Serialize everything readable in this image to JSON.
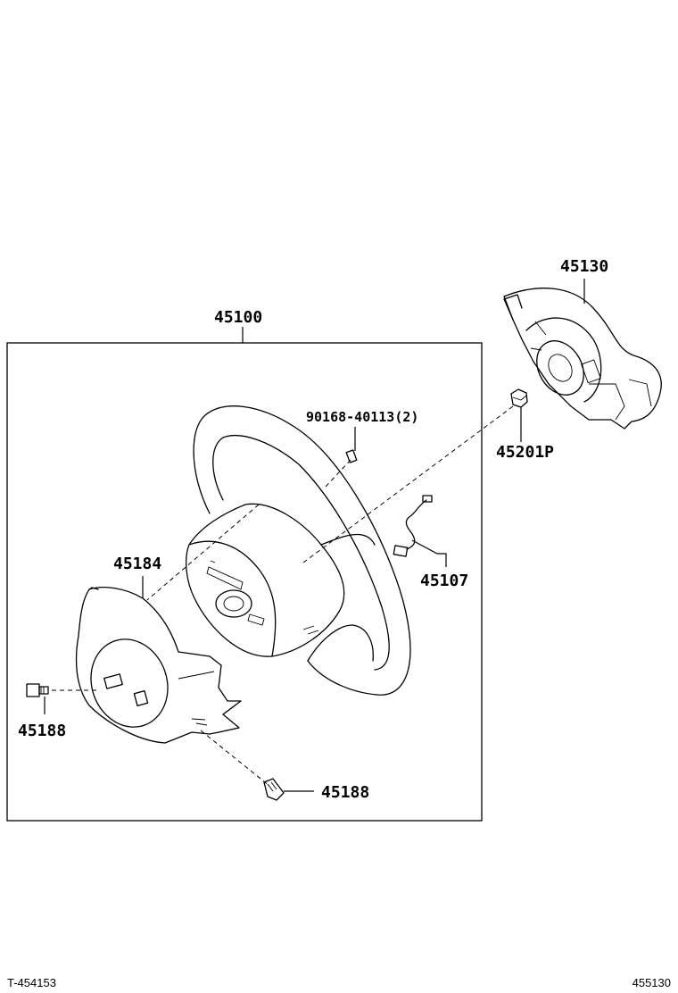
{
  "callouts": {
    "wheel_assembly": "45100",
    "airbag_pad": "45130",
    "nut": "45201P",
    "screw": "90168-40113(2)",
    "lower_cover": "45184",
    "wire": "45107",
    "cover_screw_left": "45188",
    "cover_screw_bottom": "45188"
  },
  "footer": {
    "left": "T-454153",
    "right": "455130"
  }
}
